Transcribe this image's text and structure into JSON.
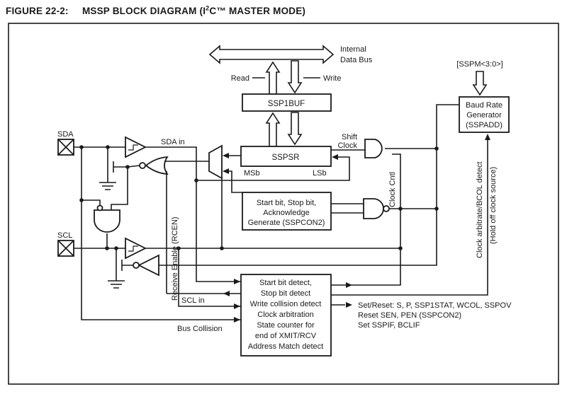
{
  "header": {
    "figure_label": "FIGURE 22-2:",
    "title_part1": "MSSP BLOCK DIAGRAM (I",
    "title_sup": "2",
    "title_part2": "C™ MASTER MODE)"
  },
  "bus": {
    "internal_line1": "Internal",
    "internal_line2": "Data Bus",
    "read": "Read",
    "write": "Write"
  },
  "registers": {
    "ssp1buf": "SSP1BUF",
    "sspsr": "SSPSR",
    "msb": "MSb",
    "lsb": "LSb"
  },
  "signals": {
    "shift_line1": "Shift",
    "shift_line2": "Clock",
    "clock_cntl": "Clock Cntl",
    "sspm": "[SSPM<3:0>]",
    "sda": "SDA",
    "sda_in": "SDA in",
    "scl": "SCL",
    "scl_in": "SCL in",
    "bus_collision": "Bus Collision",
    "receive_enable": "Receive Enable (RCEN)",
    "clock_arbitrate": "Clock arbitrate/BCOL detect",
    "hold_off": "(Hold off clock source)"
  },
  "blocks": {
    "baud_rate": [
      "Baud Rate",
      "Generator",
      "(SSPADD)"
    ],
    "sspcon2": [
      "Start bit, Stop bit,",
      "Acknowledge",
      "Generate (SSPCON2)"
    ],
    "detect": [
      "Start bit detect,",
      "Stop bit detect",
      "Write collision detect",
      "Clock arbitration",
      "State counter for",
      "end of XMIT/RCV",
      "Address Match detect"
    ]
  },
  "annotations": {
    "set_reset": [
      "Set/Reset: S, P, SSP1STAT, WCOL, SSPOV",
      "Reset SEN, PEN (SSPCON2)",
      "Set SSPIF, BCLIF"
    ]
  },
  "colors": {
    "ink": "#1a1a1a",
    "background": "#ffffff"
  }
}
